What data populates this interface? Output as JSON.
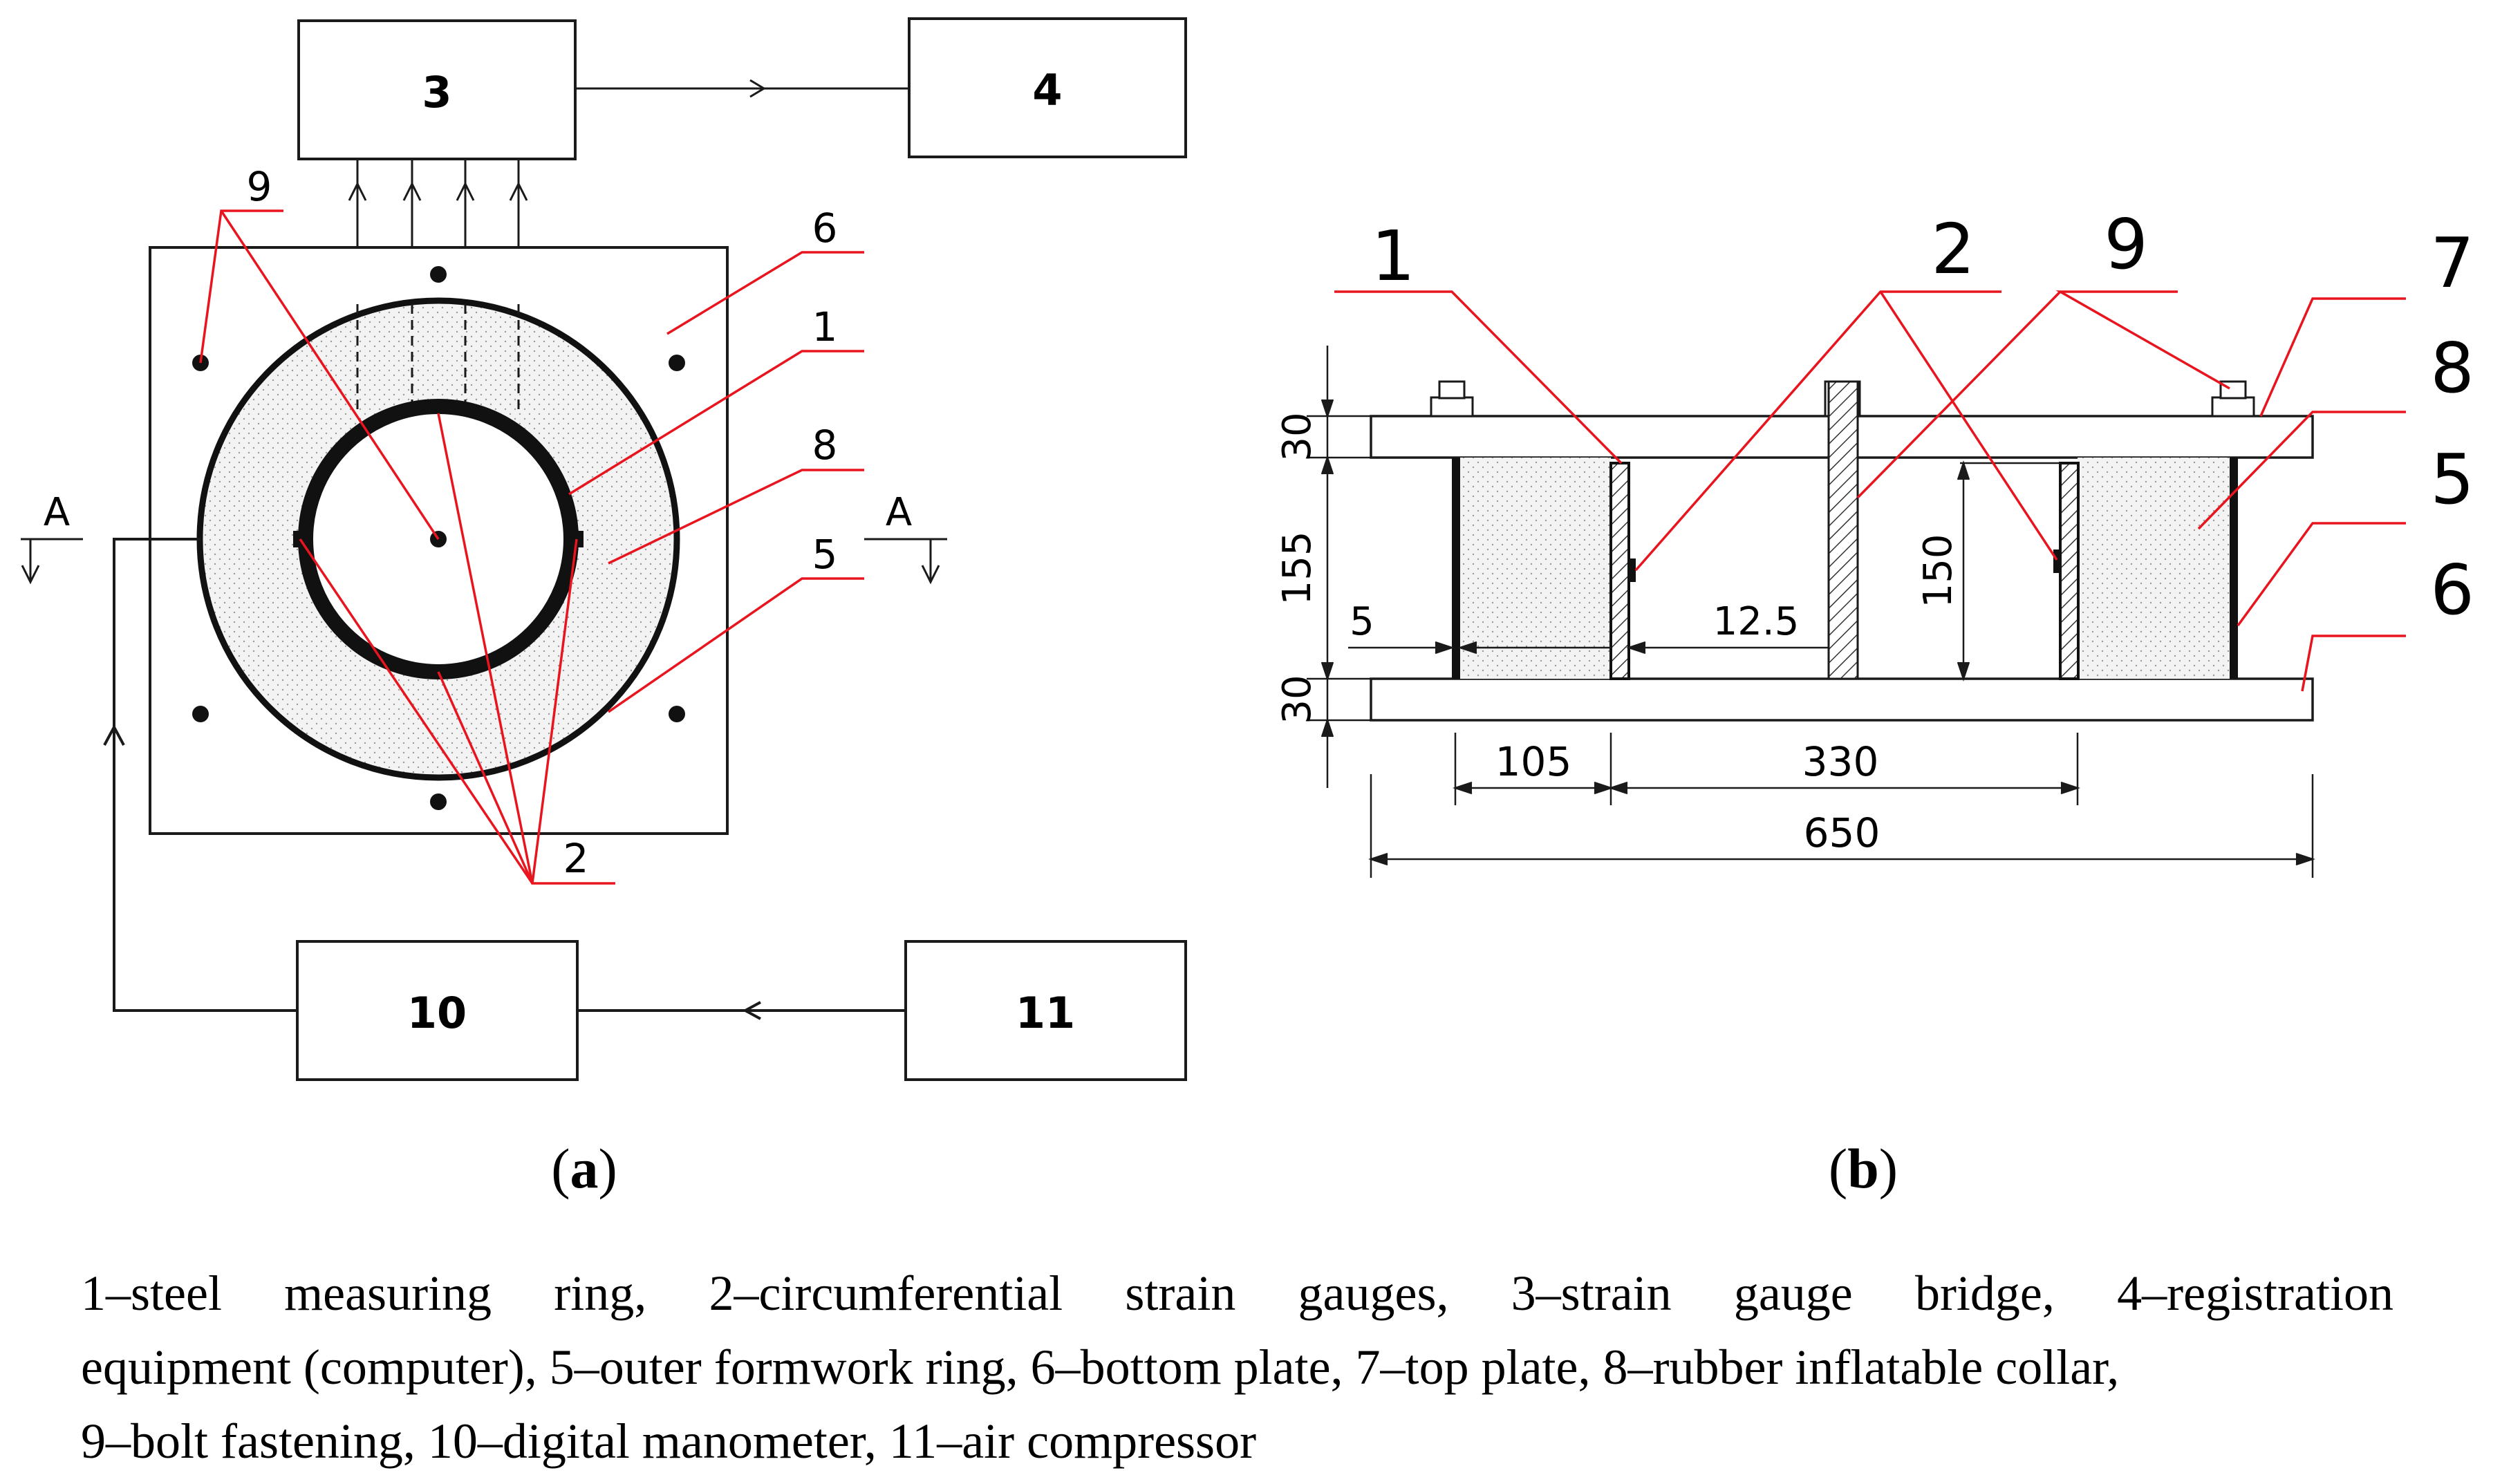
{
  "panel_a": {
    "boxes": {
      "b3": "3",
      "b4": "4",
      "b10": "10",
      "b11": "11"
    },
    "callouts": {
      "c9": "9",
      "c6": "6",
      "c1": "1",
      "c8": "8",
      "c5": "5",
      "c2": "2"
    },
    "section_mark": "A",
    "label_paren_open": "(",
    "label_letter": "a",
    "label_paren_close": ")"
  },
  "panel_b": {
    "callouts": {
      "c1": "1",
      "c2": "2",
      "c9": "9",
      "c7": "7",
      "c8": "8",
      "c5": "5",
      "c6": "6"
    },
    "dims": {
      "top_plate": "30",
      "height": "155",
      "bottom_plate": "30",
      "ring_gap": "5",
      "wall": "12.5",
      "inner_height": "150",
      "width_105": "105",
      "width_330": "330",
      "width_650": "650"
    },
    "label_paren_open": "(",
    "label_letter": "b",
    "label_paren_close": ")"
  },
  "caption": {
    "line1": "1–steel measuring ring, 2–circumferential strain gauges, 3–strain gauge bridge, 4–registration",
    "line2": "equipment (computer), 5–outer formwork ring, 6–bottom plate, 7–top plate, 8–rubber inflatable collar,",
    "line3": "9–bolt fastening, 10–digital manometer, 11–air compressor"
  },
  "colors": {
    "leader": "#e8141e",
    "stroke": "#1a1a1a",
    "stipple": "#9a9a9a",
    "fill": "#efefef"
  }
}
